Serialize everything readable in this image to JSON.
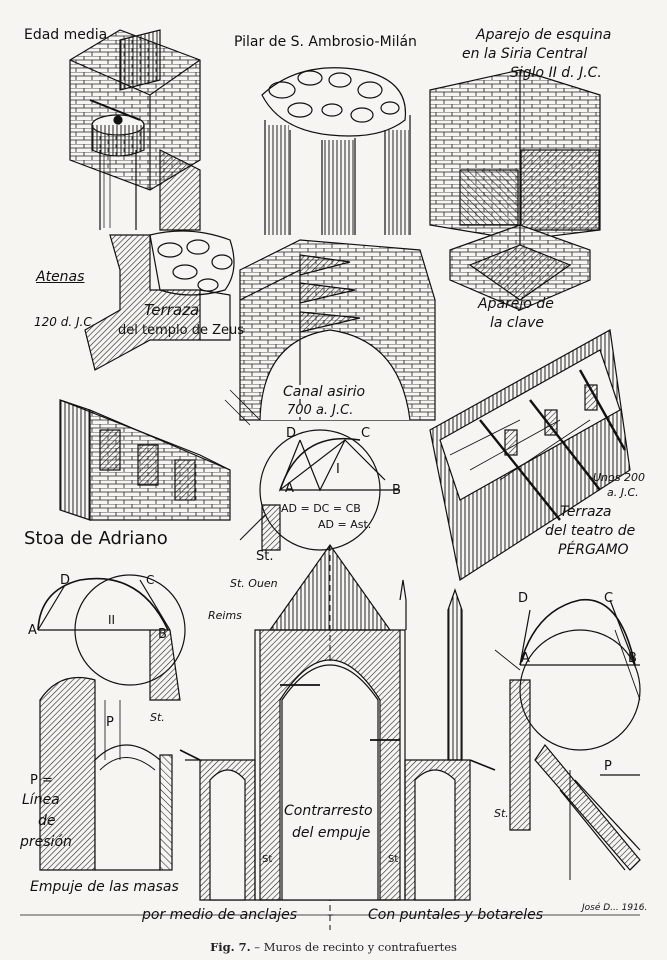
{
  "labels": {
    "edad_media": "Edad media",
    "pilar": "Pilar de S. Ambrosio-Milán",
    "aparejo_esquina_1": "Aparejo de esquina",
    "aparejo_esquina_2": "en la Siria Central",
    "aparejo_esquina_3": "Siglo II d. J.C.",
    "atenas": "Atenas",
    "atenas_fecha": "120 d. J.C.",
    "terraza_zeus_1": "Terraza",
    "terraza_zeus_2": "del templo de Zeus",
    "aparejo_clave_1": "Aparejo de",
    "aparejo_clave_2": "la clave",
    "canal_asirio_1": "Canal asirio",
    "canal_asirio_2": "700 a. J.C.",
    "stoa": "Stoa de Adriano",
    "geom_D": "D",
    "geom_C": "C",
    "geom_I": "I",
    "geom_A": "A",
    "geom_B": "B",
    "eq1": "AD = DC = CB",
    "eq2": "AD = Ast.",
    "geom_st": "St.",
    "unos_1": "Unos 200",
    "unos_2": "a. J.C.",
    "pergamo_1": "Terraza",
    "pergamo_2": "del teatro de",
    "pergamo_3": "PÉRGAMO",
    "st_ouen": "St. Ouen",
    "reims": "Reims",
    "left_D": "D",
    "left_C": "C",
    "left_II": "II",
    "left_A": "A",
    "left_B": "B",
    "left_P": "P",
    "left_st": "St.",
    "right_D": "D",
    "right_C": "C",
    "right_A": "A",
    "right_B": "B",
    "right_st": "St.",
    "right_P": "P",
    "p_eq": "P =",
    "linea_1": "Línea",
    "linea_2": "de",
    "linea_3": "presión",
    "empuje_masas": "Empuje de las masas",
    "contrarresto_1": "Contrarresto",
    "contrarresto_2": "del empuje",
    "st_mid_1": "St",
    "st_mid_2": "St",
    "anclajes": "por medio de anclajes",
    "dash": "–",
    "puntales": "Con puntales y botareles",
    "signature": "José D... 1916."
  },
  "caption": {
    "fig": "Fig. 7.",
    "text": " – Muros de recinto y contrafuertes"
  }
}
